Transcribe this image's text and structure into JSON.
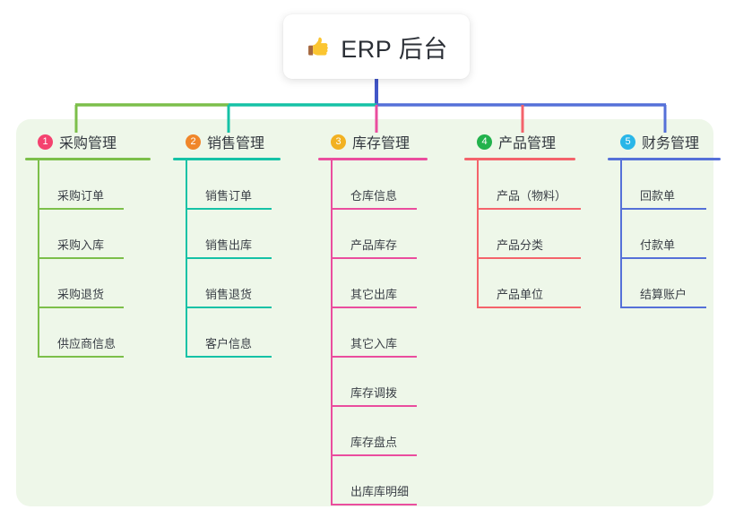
{
  "root": {
    "icon": "thumbs-up-icon",
    "title": "ERP 后台"
  },
  "colors": {
    "panel_bg": "#eef7e9",
    "page_bg": "#ffffff",
    "stem": "#4256c8",
    "text": "#33383f"
  },
  "columns": [
    {
      "number": "1",
      "title": "采购管理",
      "line_color": "#7cbf4a",
      "badge_color": "#f4426f",
      "items": [
        "采购订单",
        "采购入库",
        "采购退货",
        "供应商信息"
      ]
    },
    {
      "number": "2",
      "title": "销售管理",
      "line_color": "#15c2a6",
      "badge_color": "#f0862a",
      "items": [
        "销售订单",
        "销售出库",
        "销售退货",
        "客户信息"
      ]
    },
    {
      "number": "3",
      "title": "库存管理",
      "line_color": "#ea4d9e",
      "badge_color": "#f2b121",
      "items": [
        "仓库信息",
        "产品库存",
        "其它出库",
        "其它入库",
        "库存调拨",
        "库存盘点",
        "出库库明细"
      ]
    },
    {
      "number": "4",
      "title": "产品管理",
      "line_color": "#f4636b",
      "badge_color": "#22b24c",
      "items": [
        "产品（物料）",
        "产品分类",
        "产品单位"
      ]
    },
    {
      "number": "5",
      "title": "财务管理",
      "line_color": "#5570d8",
      "badge_color": "#29b6e8",
      "items": [
        "回款单",
        "付款单",
        "结算账户"
      ]
    }
  ]
}
